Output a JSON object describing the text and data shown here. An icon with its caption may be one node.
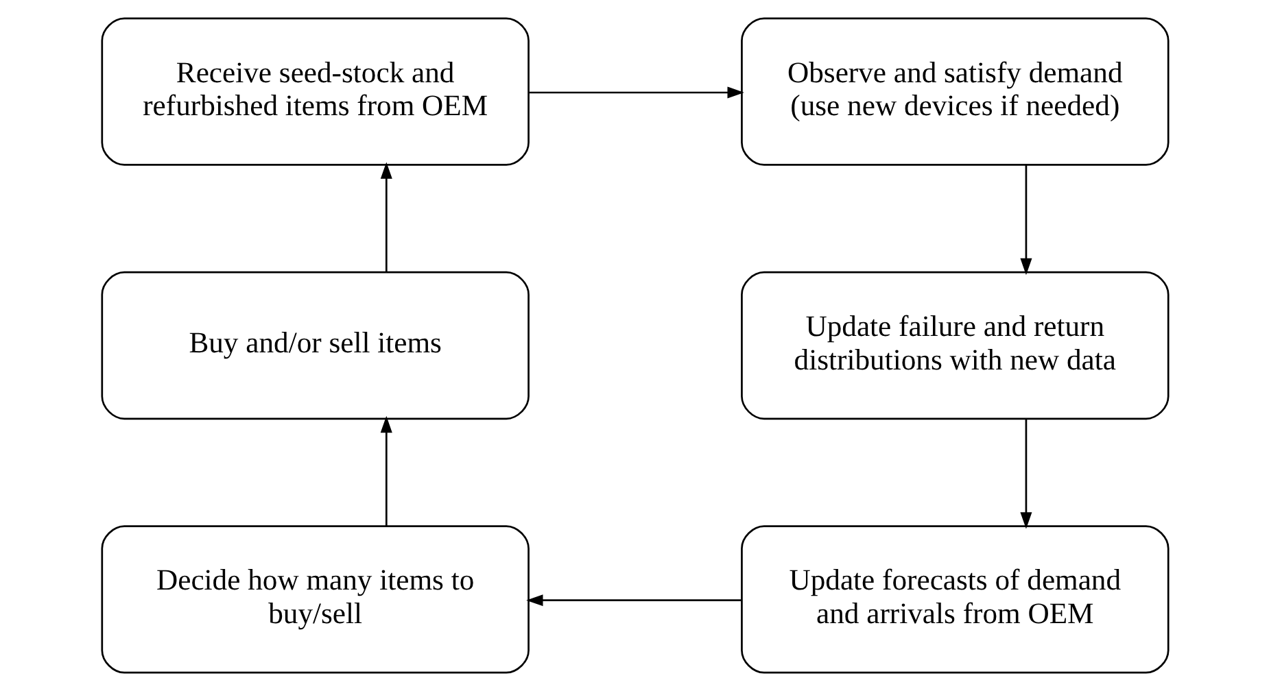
{
  "diagram": {
    "nodes": [
      {
        "text": [
          "Receive seed-stock and refurbished items from OEM"
        ]
      },
      {
        "text": [
          "Observe and satisfy demand (use new devices if needed)"
        ]
      },
      {
        "text": [
          "Buy and/or sell items"
        ]
      },
      {
        "text": [
          "Update failure and return distributions with new data"
        ]
      },
      {
        "text": [
          "Decide how many items to buy/sell"
        ]
      },
      {
        "text": [
          "Update forecasts of demand and arrivals from OEM"
        ]
      }
    ],
    "edges": [
      {
        "from": 0,
        "to": 1,
        "arrow": "to"
      },
      {
        "from": 1,
        "to": 3,
        "arrow": "to"
      },
      {
        "from": 3,
        "to": 5,
        "arrow": "to"
      },
      {
        "from": 5,
        "to": 4,
        "arrow": "to"
      },
      {
        "from": 4,
        "to": 2,
        "arrow": "to"
      },
      {
        "from": 2,
        "to": 0,
        "arrow": "to"
      }
    ]
  }
}
